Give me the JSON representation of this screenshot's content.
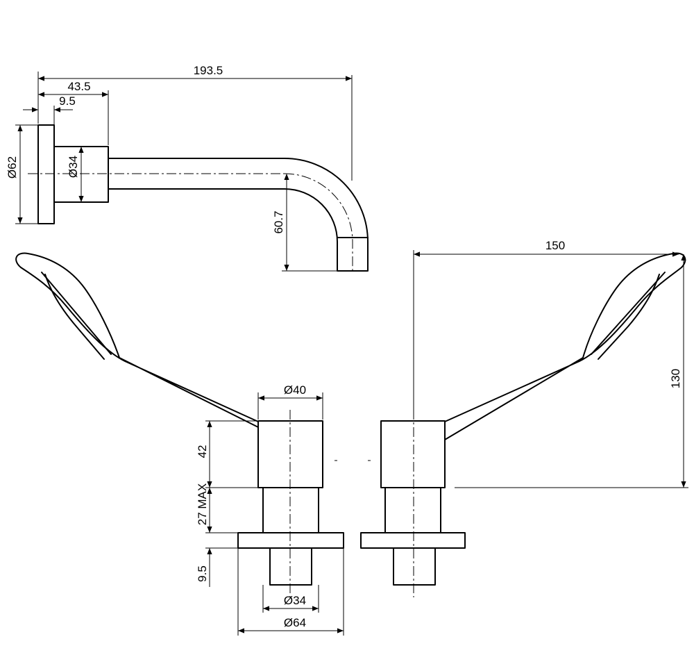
{
  "dimensions": {
    "spout_length": "193.5",
    "spout_body_length": "43.5",
    "flange_thickness": "9.5",
    "flange_diameter": "Ø62",
    "spout_body_diameter": "Ø34",
    "spout_drop": "60.7",
    "lever_reach": "150",
    "lever_height": "130",
    "handle_diameter": "Ø40",
    "handle_height": "42",
    "sleeve_length": "27 MAX",
    "plate_thickness": "9.5",
    "stem_diameter": "Ø34",
    "plate_diameter": "Ø64"
  }
}
